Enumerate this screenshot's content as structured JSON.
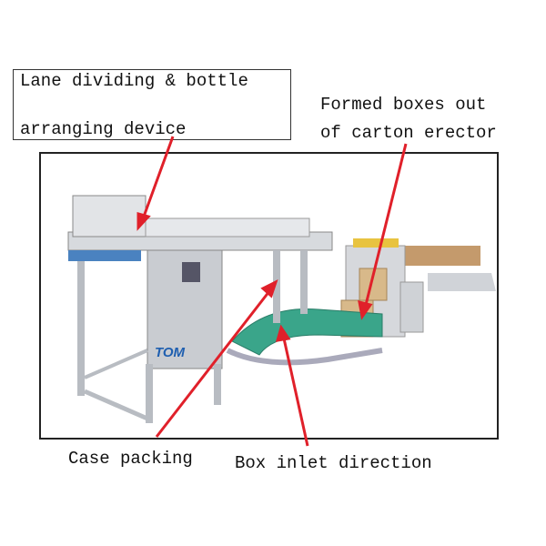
{
  "labels": {
    "lane_line1": "Lane dividing & bottle",
    "lane_line2": "arranging device",
    "formed_line1": "Formed boxes out",
    "formed_line2": "of carton erector",
    "case_packing": "Case packing",
    "box_inlet": "Box inlet direction"
  },
  "logo": "TOM",
  "colors": {
    "arrow": "#e0202a",
    "steel": "#c9ccd1",
    "box": "#d8b98a",
    "conveyor": "#3aa58a",
    "logo": "#1f5fb0"
  }
}
